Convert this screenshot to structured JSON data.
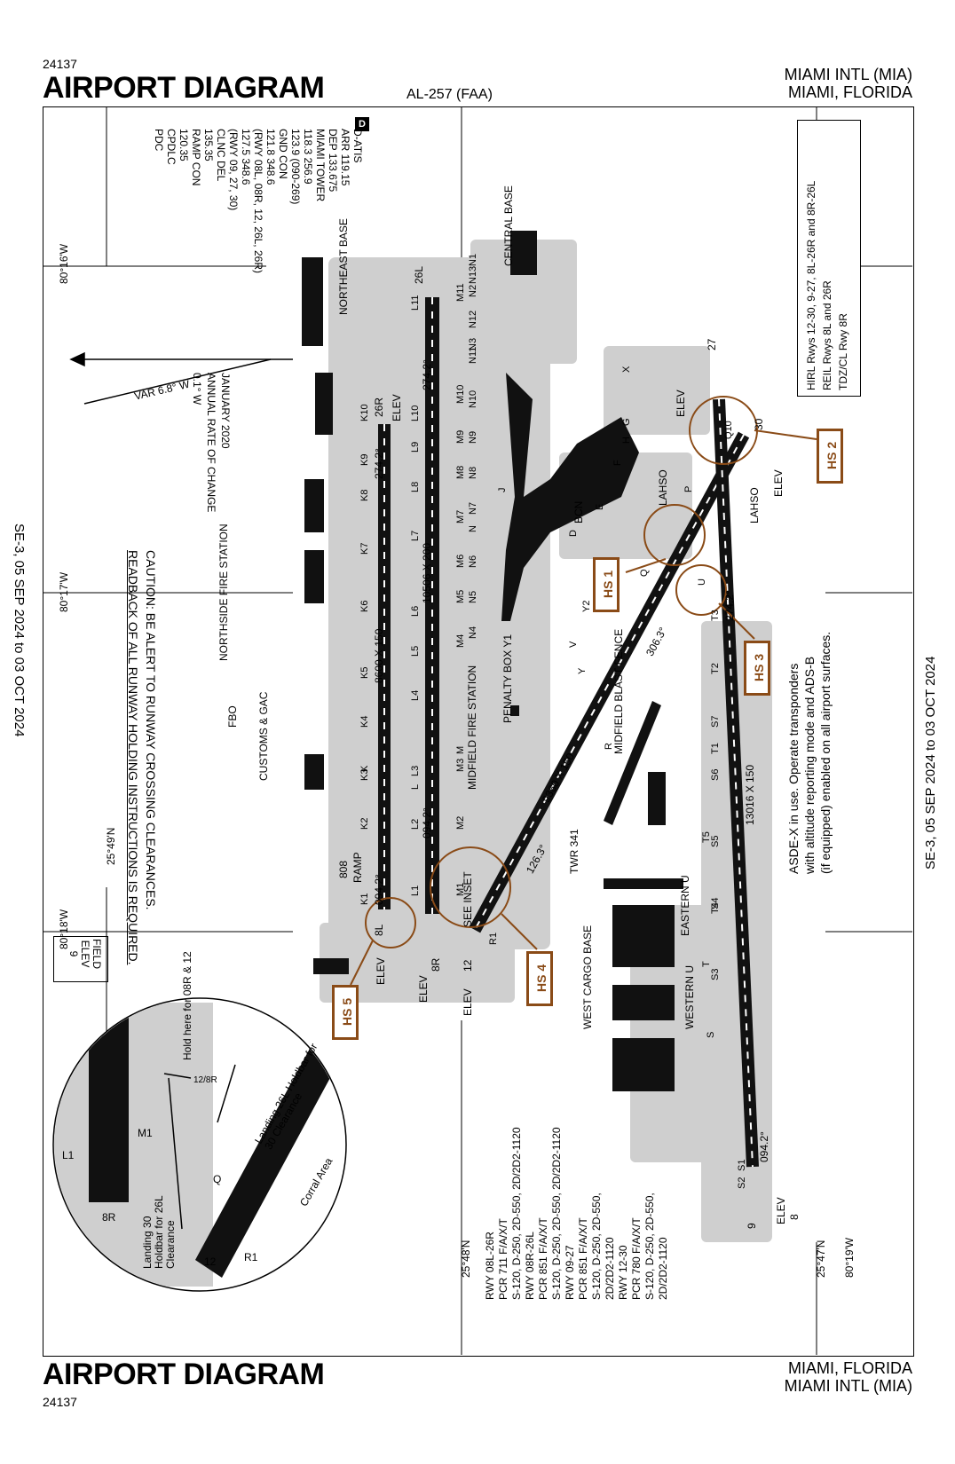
{
  "header": {
    "id": "24137",
    "title": "AIRPORT DIAGRAM",
    "chart_no": "AL-257 (FAA)",
    "airport": "MIAMI INTL (MIA)",
    "city": "MIAMI, FLORIDA"
  },
  "footer": {
    "id": "24137",
    "title": "AIRPORT DIAGRAM",
    "city": "MIAMI, FLORIDA",
    "airport": "MIAMI INTL (MIA)"
  },
  "cycle": {
    "left": "SE-3, 05 SEP 2024 to 03 OCT 2024",
    "right": "SE-3, 05 SEP 2024 to 03 OCT 2024"
  },
  "comms": [
    "D-ATIS",
    "ARR 119.15",
    "DEP 133.675",
    "MIAMI TOWER",
    "118.3 256.9",
    "123.9 (090-269)",
    "GND CON",
    "121.8 348.6",
    "(RWY 08L, 08R, 12, 26L, 26R)",
    "127.5 348.6",
    "(RWY 09, 27, 30)",
    "CLNC DEL",
    "135.35",
    "RAMP CON",
    "120.35",
    "CPDLC",
    "PDC"
  ],
  "comms_badge": "D",
  "variation": {
    "label": "VAR 6.8° W",
    "rate_lines": [
      "JANUARY 2020",
      "ANNUAL RATE OF CHANGE",
      "0.1° W"
    ]
  },
  "caution": {
    "line1": "CAUTION: BE ALERT TO RUNWAY CROSSING CLEARANCES.",
    "line2": "READBACK OF ALL RUNWAY HOLDING INSTRUCTIONS IS REQUIRED."
  },
  "field_elev": {
    "label1": "FIELD",
    "label2": "ELEV",
    "value": "9"
  },
  "lighting": {
    "line1": "HIRL Rwys 12-30, 9-27, 8L-26R and 8R-26L",
    "line2": "REIL Rwys 8L and 26R",
    "line3": "TDZ/CL Rwy 8R"
  },
  "asde": {
    "line1": "ASDE-X in use. Operate transponders",
    "line2": "with altitude reporting mode and ADS-B",
    "line3": "(if equipped) enabled on all airport surfaces."
  },
  "coords": {
    "lon_16": "80°16'W",
    "lon_17": "80°17'W",
    "lon_18": "80°18'W",
    "lon_19": "80°19'W",
    "lat_49": "25°49'N",
    "lat_48": "25°48'N",
    "lat_47": "25°47'N"
  },
  "runways": {
    "r8l": {
      "dims": "8600 X 150",
      "end_a": "8L",
      "end_b": "26R",
      "hdg_a": "094.2°",
      "hdg_b": "274.2°"
    },
    "r8r": {
      "dims": "10506 X 200",
      "end_a": "8R",
      "end_b": "26L",
      "hdg_a": "094.2°",
      "hdg_b": "274.2°"
    },
    "r12": {
      "dims": "9360 X 150",
      "end_a": "12",
      "end_b": "30",
      "hdg_a": "126.3°",
      "hdg_b": "306.3°"
    },
    "r9": {
      "dims": "13016 X 150",
      "end_a": "9",
      "end_b": "27",
      "hdg_a": "094.2°",
      "hdg_b": "274.2°"
    }
  },
  "elev_labels": [
    "ELEV",
    "9",
    "8"
  ],
  "hot_spots": [
    "HS 1",
    "HS 2",
    "HS 3",
    "HS 4",
    "HS 5"
  ],
  "places": {
    "northeast_base": "NORTHEAST BASE",
    "central_base": "CENTRAL BASE",
    "northside_fire": "NORTHSIDE FIRE STATION",
    "fbo": "FBO",
    "customs": "CUSTOMS & GAC",
    "midfield_fire": "MIDFIELD FIRE STATION",
    "midfield_blast": "MIDFIELD BLAST FENCE",
    "penalty_box": "PENALTY BOX Y1",
    "west_cargo": "WEST CARGO BASE",
    "eastern_u": "EASTERN U",
    "western_u": "WESTERN U",
    "tower": "TWR 341",
    "ramp": "RAMP",
    "ramp_808": "808",
    "see_inset": "SEE INSET",
    "lahso": "LAHSO",
    "bcn": "BCN"
  },
  "pcr": [
    "RWY 08L-26R",
    "PCR 711 F/A/X/T",
    "S-120, D-250, 2D-550, 2D/2D2-1120",
    "RWY 08R-26L",
    "PCR 851 F/A/X/T",
    "S-120, D-250, 2D-550, 2D/2D2-1120",
    "RWY 09-27",
    "PCR 851 F/A/X/T",
    "S-120, D-250, 2D-550,",
    "2D/2D2-1120",
    "RWY 12-30",
    "PCR 780 F/A/X/T",
    "S-120, D-250, 2D-550,",
    "2D/2D2-1120"
  ],
  "inset": {
    "hold_note": "Hold here for 08R & 12",
    "holdbar_26l": "Landing 26L Holdbar for 30 Clearance",
    "holdbar_30": "Landing 30 Holdbar for 26L Clearance",
    "corral": "Corral Area",
    "l1": "L1",
    "m1": "M1",
    "r8": "8R",
    "r12": "12",
    "r1": "R1",
    "q": "Q",
    "sign": "12/8R"
  },
  "taxiways": [
    "N",
    "N1",
    "N2",
    "N3",
    "N4",
    "N5",
    "N6",
    "N7",
    "N8",
    "N9",
    "N10",
    "N11",
    "N12",
    "N13",
    "M",
    "M1",
    "M2",
    "M3",
    "M4",
    "M5",
    "M6",
    "M7",
    "M8",
    "M9",
    "M10",
    "M11",
    "L",
    "L1",
    "L2",
    "L3",
    "L4",
    "L5",
    "L6",
    "L7",
    "L8",
    "L9",
    "L10",
    "L11",
    "K",
    "K1",
    "K2",
    "K3",
    "K4",
    "K5",
    "K6",
    "K7",
    "K8",
    "K9",
    "K10",
    "T",
    "T1",
    "T2",
    "T3",
    "T4",
    "T5",
    "S",
    "S1",
    "S2",
    "S3",
    "S4",
    "S5",
    "S6",
    "S7",
    "Q",
    "Q10",
    "R",
    "R1",
    "P",
    "U",
    "Y",
    "Y2",
    "V",
    "H",
    "G",
    "F",
    "E",
    "D",
    "J",
    "X"
  ],
  "colors": {
    "pavement": "#cfcfcf",
    "building": "#111111",
    "hotspot": "#8a4b17"
  }
}
